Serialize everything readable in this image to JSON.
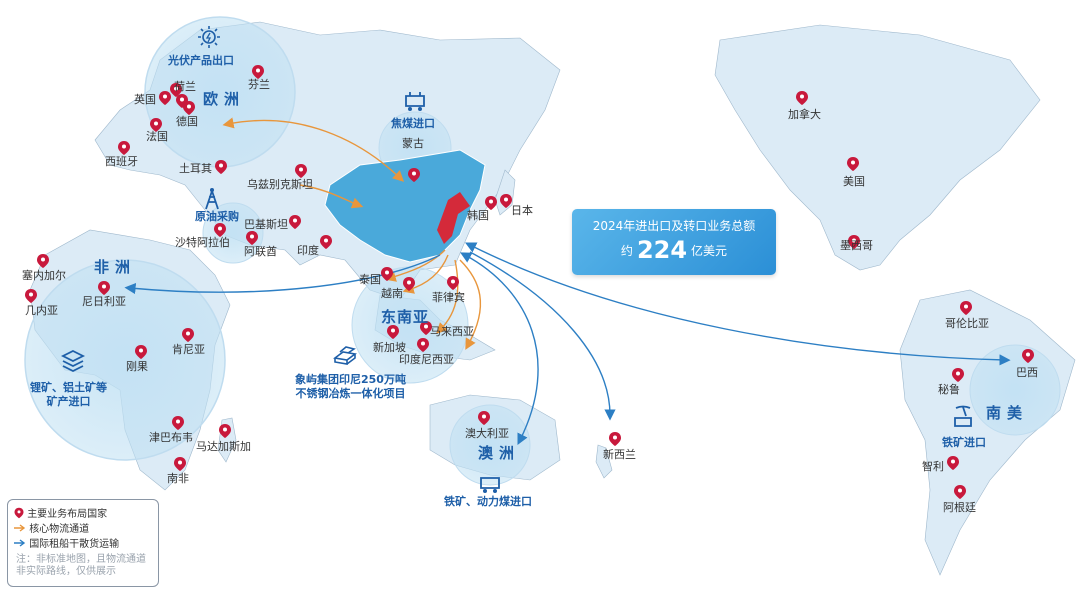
{
  "regions": {
    "europe": "欧洲",
    "africa": "非洲",
    "southeast_asia": "东南亚",
    "oceania": "澳洲",
    "south_america": "南美"
  },
  "countries": {
    "netherlands": "荷兰",
    "finland": "芬兰",
    "uk": "英国",
    "germany": "德国",
    "france": "法国",
    "spain": "西班牙",
    "turkey": "土耳其",
    "uzbekistan": "乌兹别克斯坦",
    "mongolia": "蒙古",
    "pakistan": "巴基斯坦",
    "saudi_arabia": "沙特阿拉伯",
    "uae": "阿联酋",
    "india": "印度",
    "korea": "韩国",
    "japan": "日本",
    "thailand": "泰国",
    "vietnam": "越南",
    "philippines": "菲律宾",
    "malaysia": "马来西亚",
    "singapore": "新加坡",
    "indonesia": "印度尼西亚",
    "senegal": "塞内加尔",
    "guinea": "几内亚",
    "nigeria": "尼日利亚",
    "kenya": "肯尼亚",
    "congo": "刚果",
    "zimbabwe": "津巴布韦",
    "madagascar": "马达加斯加",
    "south_africa": "南非",
    "australia": "澳大利亚",
    "new_zealand": "新西兰",
    "canada": "加拿大",
    "usa": "美国",
    "mexico": "墨西哥",
    "colombia": "哥伦比亚",
    "brazil": "巴西",
    "peru": "秘鲁",
    "chile": "智利",
    "argentina": "阿根廷"
  },
  "trade_labels": {
    "pv": "光伏产品出口",
    "coke": "焦煤进口",
    "oil": "原油采购",
    "minerals_line1": "锂矿、铝土矿等",
    "minerals_line2": "矿产进口",
    "iron_coal": "铁矿、动力煤进口",
    "iron_ore": "铁矿进口",
    "indonesia_project_line1": "象屿集团印尼250万吨",
    "indonesia_project_line2": "不锈钢冶炼一体化项目"
  },
  "summary": {
    "title": "2024年进出口及转口业务总额",
    "prefix": "约",
    "value": "224",
    "unit": "亿美元"
  },
  "legend": {
    "pin_label": "主要业务布局国家",
    "orange_label": "核心物流通道",
    "blue_label": "国际租船干散货运输",
    "note": "注：非标准地图，且物流通道非实际路线，仅供展示"
  },
  "colors": {
    "pin": "#c8193c",
    "orange_route": "#e8963c",
    "blue_route": "#2d7fc4",
    "region_text": "#1e5fa8",
    "china_fill": "#4aa9da",
    "land": "#dcebf6"
  }
}
